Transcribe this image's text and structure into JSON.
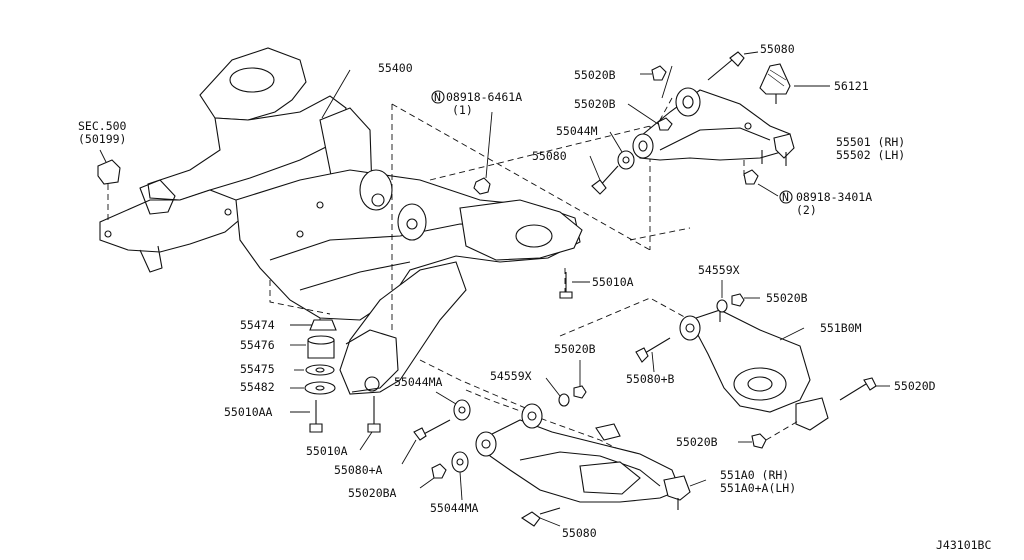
{
  "diagram": {
    "footer_code": "J43101BC",
    "labels": [
      {
        "id": "sec500",
        "text": "SEC.500"
      },
      {
        "id": "sec500_sub",
        "text": "(50199)"
      },
      {
        "id": "p55400",
        "text": "55400"
      },
      {
        "id": "n08918_6461a",
        "text": "08918-6461A"
      },
      {
        "id": "n08918_6461a_qty",
        "text": "(1)"
      },
      {
        "id": "p55020b_top",
        "text": "55020B"
      },
      {
        "id": "p55080_top",
        "text": "55080"
      },
      {
        "id": "p55020b_top2",
        "text": "55020B"
      },
      {
        "id": "p56121",
        "text": "56121"
      },
      {
        "id": "p55044m",
        "text": "55044M"
      },
      {
        "id": "p55080_mid",
        "text": "55080"
      },
      {
        "id": "p55501",
        "text": "55501 (RH)"
      },
      {
        "id": "p55502",
        "text": "55502 (LH)"
      },
      {
        "id": "n08918_3401a",
        "text": "08918-3401A"
      },
      {
        "id": "n08918_3401a_qty",
        "text": "(2)"
      },
      {
        "id": "p55010a_r",
        "text": "55010A"
      },
      {
        "id": "p54559x_r",
        "text": "54559X"
      },
      {
        "id": "p55020b_r",
        "text": "55020B"
      },
      {
        "id": "p551b0m",
        "text": "551B0M"
      },
      {
        "id": "p55474",
        "text": "55474"
      },
      {
        "id": "p55476",
        "text": "55476"
      },
      {
        "id": "p55475",
        "text": "55475"
      },
      {
        "id": "p55482",
        "text": "55482"
      },
      {
        "id": "p55010aa",
        "text": "55010AA"
      },
      {
        "id": "p55010a_l",
        "text": "55010A"
      },
      {
        "id": "p55044ma_top",
        "text": "55044MA"
      },
      {
        "id": "p55020b_c",
        "text": "55020B"
      },
      {
        "id": "p54559x_c",
        "text": "54559X"
      },
      {
        "id": "p55080b",
        "text": "55080+B"
      },
      {
        "id": "p55020d",
        "text": "55020D"
      },
      {
        "id": "p55080a",
        "text": "55080+A"
      },
      {
        "id": "p55020ba",
        "text": "55020BA"
      },
      {
        "id": "p55044ma_bot",
        "text": "55044MA"
      },
      {
        "id": "p55020b_br",
        "text": "55020B"
      },
      {
        "id": "p551a0",
        "text": "551A0  (RH)"
      },
      {
        "id": "p551a0a",
        "text": "551A0+A(LH)"
      },
      {
        "id": "p55080_bot",
        "text": "55080"
      },
      {
        "id": "n_mark",
        "text": "N"
      }
    ]
  }
}
